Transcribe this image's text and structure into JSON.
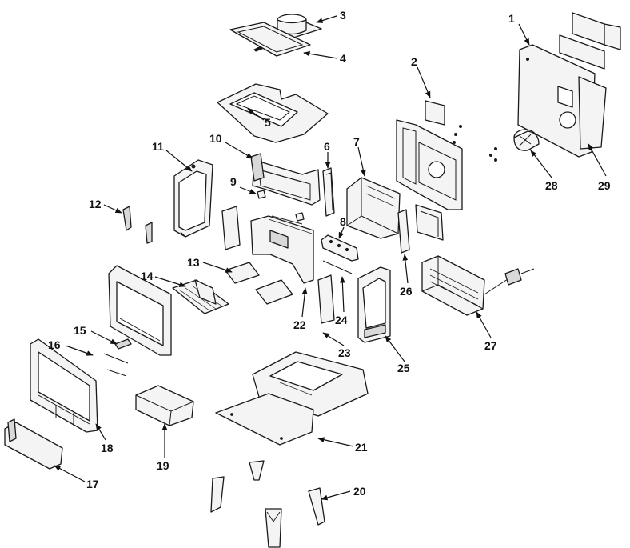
{
  "callouts": [
    {
      "id": "1",
      "label": "1"
    },
    {
      "id": "3",
      "label": "3"
    },
    {
      "id": "4",
      "label": "4"
    },
    {
      "id": "2",
      "label": "2"
    },
    {
      "id": "5",
      "label": "5"
    },
    {
      "id": "6",
      "label": "6"
    },
    {
      "id": "7",
      "label": "7"
    },
    {
      "id": "8",
      "label": "8"
    },
    {
      "id": "9",
      "label": "9"
    },
    {
      "id": "10",
      "label": "10"
    },
    {
      "id": "11",
      "label": "11"
    },
    {
      "id": "12",
      "label": "12"
    },
    {
      "id": "13",
      "label": "13"
    },
    {
      "id": "14",
      "label": "14"
    },
    {
      "id": "15",
      "label": "15"
    },
    {
      "id": "16",
      "label": "16"
    },
    {
      "id": "17",
      "label": "17"
    },
    {
      "id": "18",
      "label": "18"
    },
    {
      "id": "19",
      "label": "19"
    },
    {
      "id": "20",
      "label": "20"
    },
    {
      "id": "21",
      "label": "21"
    },
    {
      "id": "22",
      "label": "22"
    },
    {
      "id": "23",
      "label": "23"
    },
    {
      "id": "24",
      "label": "24"
    },
    {
      "id": "25",
      "label": "25"
    },
    {
      "id": "26",
      "label": "26"
    },
    {
      "id": "27",
      "label": "27"
    },
    {
      "id": "28",
      "label": "28"
    },
    {
      "id": "29",
      "label": "29"
    }
  ]
}
